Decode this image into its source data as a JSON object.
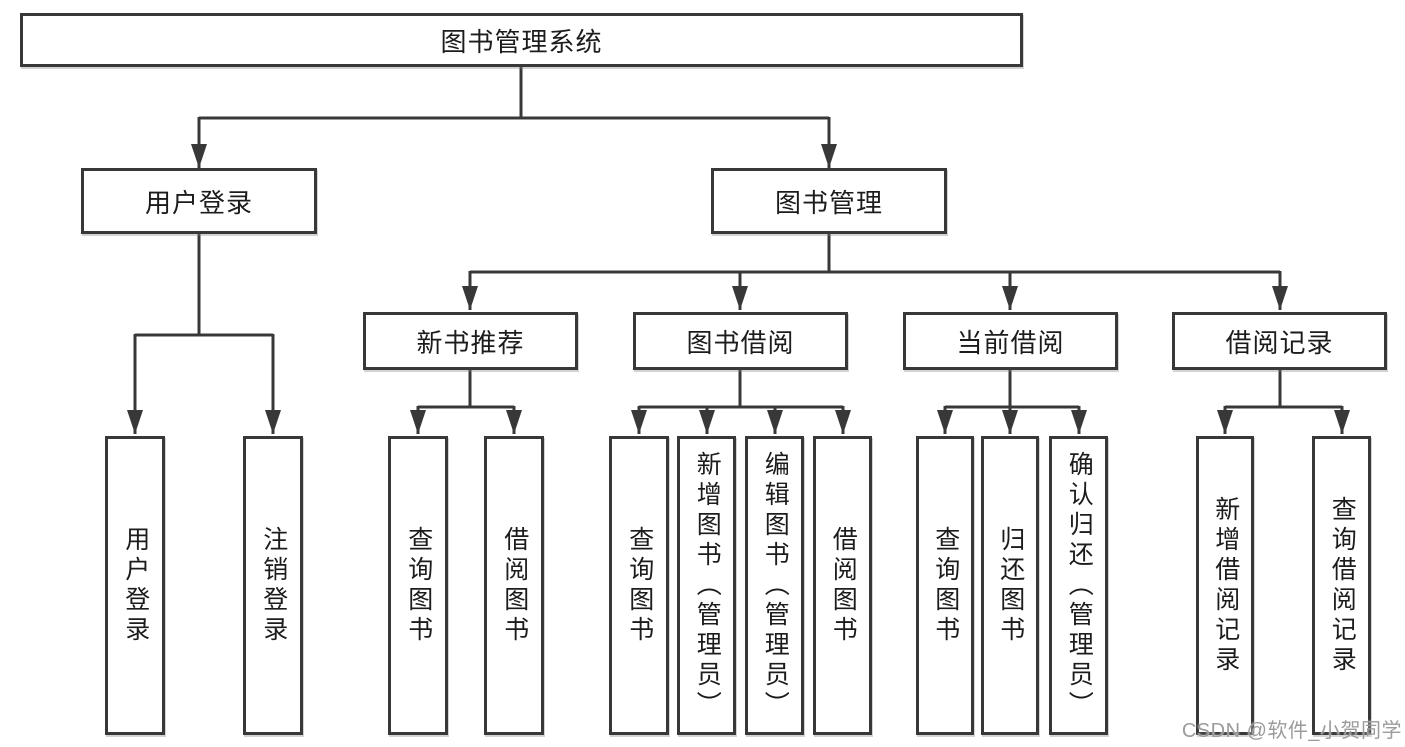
{
  "diagram": {
    "root": {
      "id": "library-management-system",
      "label": "图书管理系统"
    },
    "level2": [
      {
        "id": "user-login",
        "label": "用户登录",
        "parent": "library-management-system"
      },
      {
        "id": "book-management",
        "label": "图书管理",
        "parent": "library-management-system"
      }
    ],
    "level3": [
      {
        "id": "new-book-recommendation",
        "label": "新书推荐",
        "parent": "book-management"
      },
      {
        "id": "book-borrowing",
        "label": "图书借阅",
        "parent": "book-management"
      },
      {
        "id": "current-borrowing",
        "label": "当前借阅",
        "parent": "book-management"
      },
      {
        "id": "borrowing-records",
        "label": "借阅记录",
        "parent": "book-management"
      }
    ],
    "level4": [
      {
        "id": "user-login-action",
        "label": "用户登录",
        "parent": "user-login"
      },
      {
        "id": "logout",
        "label": "注销登录",
        "parent": "user-login"
      },
      {
        "id": "query-books-recommend",
        "label": "查询图书",
        "parent": "new-book-recommendation"
      },
      {
        "id": "borrow-books-recommend",
        "label": "借阅图书",
        "parent": "new-book-recommendation"
      },
      {
        "id": "query-books-borrowing",
        "label": "查询图书",
        "parent": "book-borrowing"
      },
      {
        "id": "add-books-admin",
        "label": "新增图书（管理员）",
        "parent": "book-borrowing"
      },
      {
        "id": "edit-books-admin",
        "label": "编辑图书（管理员）",
        "parent": "book-borrowing"
      },
      {
        "id": "borrow-books-borrowing",
        "label": "借阅图书",
        "parent": "book-borrowing"
      },
      {
        "id": "query-books-current",
        "label": "查询图书",
        "parent": "current-borrowing"
      },
      {
        "id": "return-books",
        "label": "归还图书",
        "parent": "current-borrowing"
      },
      {
        "id": "confirm-return-admin",
        "label": "确认归还（管理员）",
        "parent": "current-borrowing"
      },
      {
        "id": "add-borrowing-record",
        "label": "新增借阅记录",
        "parent": "borrowing-records"
      },
      {
        "id": "query-borrowing-record",
        "label": "查询借阅记录",
        "parent": "borrowing-records"
      }
    ],
    "watermark": "CSDN @软件_小贺同学",
    "colors": {
      "line": "#383838",
      "text": "#1c1c1c",
      "background": "#ffffff",
      "watermark": "#9b9b9b"
    }
  }
}
